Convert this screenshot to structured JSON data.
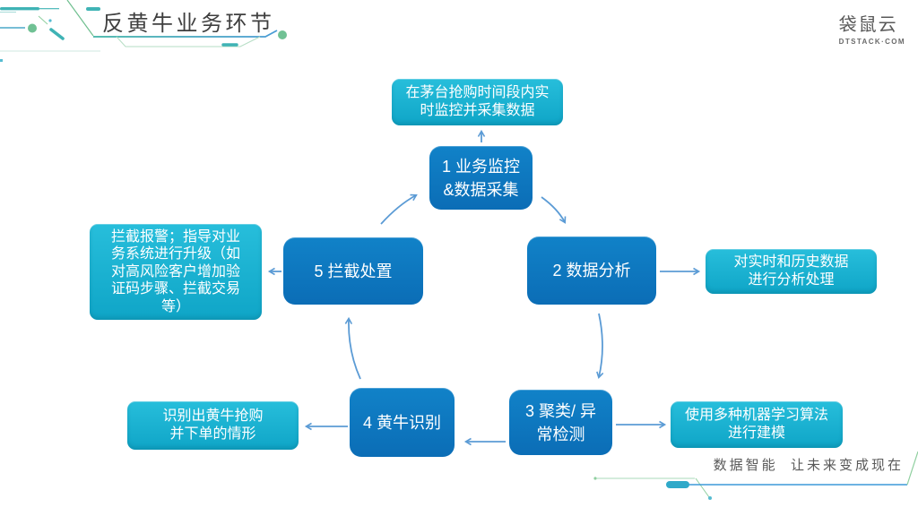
{
  "slide": {
    "title": "反黄牛业务环节",
    "footer_slogan": "数据智能  让未来变成现在"
  },
  "logo": {
    "name": "袋鼠云",
    "domain": "DTSTACK·COM"
  },
  "diagram": {
    "flow_order": "1 → 2 → 3 → 4 → 5 → 1",
    "steps": [
      {
        "label": "1 业务监控\n&数据采集"
      },
      {
        "label": "2 数据分析"
      },
      {
        "label": "3 聚类/ 异\n常检测"
      },
      {
        "label": "4 黄牛识别"
      },
      {
        "label": "5 拦截处置"
      }
    ],
    "notes": [
      {
        "text": "在茅台抢购时间段内实\n时监控并采集数据"
      },
      {
        "text": "对实时和历史数据\n进行分析处理"
      },
      {
        "text": "使用多种机器学习算法\n进行建模"
      },
      {
        "text": "识别出黄牛抢购\n并下单的情形"
      },
      {
        "text": "拦截报警；指导对业\n务系统进行升级（如\n对高风险客户增加验\n证码步骤、拦截交易\n等）"
      }
    ]
  },
  "colors": {
    "step_box": "#0d74bd",
    "note_box": "#14adcc",
    "arrow": "#5b9bd5",
    "title_text": "#3f3f3f",
    "slogan_text": "#595959",
    "decor_teal": "#3fb3b5",
    "decor_green": "#70c194",
    "decor_blue": "#3d9ad8"
  }
}
